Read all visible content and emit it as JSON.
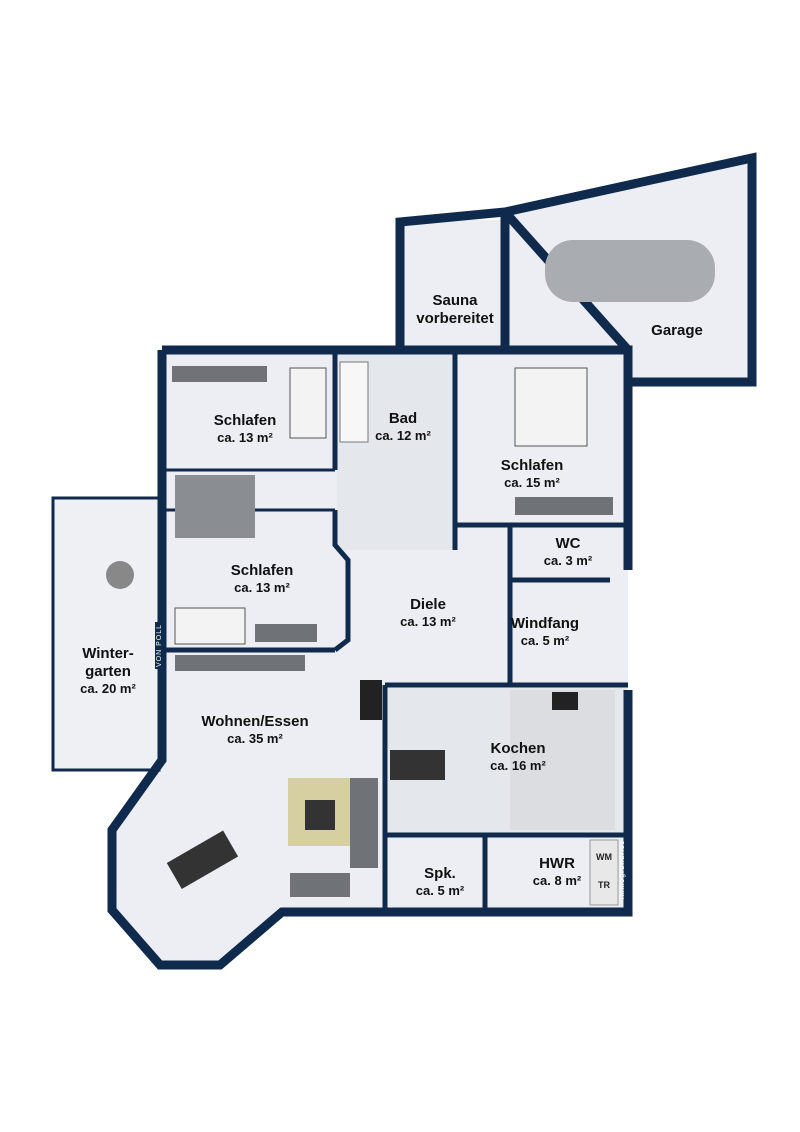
{
  "colors": {
    "wall": "#0f2a4c",
    "floor": "#eceef3",
    "tile": "#e6e8ed",
    "furniture": "#6f7378"
  },
  "rooms": [
    {
      "id": "garage",
      "name": "Garage",
      "area": ""
    },
    {
      "id": "sauna",
      "name": "Sauna vorbereitet",
      "area": ""
    },
    {
      "id": "schlafen1",
      "name": "Schlafen",
      "area": "ca. 13 m²"
    },
    {
      "id": "bad",
      "name": "Bad",
      "area": "ca. 12 m²"
    },
    {
      "id": "schlafen2",
      "name": "Schlafen",
      "area": "ca. 15 m²"
    },
    {
      "id": "wc",
      "name": "WC",
      "area": "ca. 3 m²"
    },
    {
      "id": "schlafen3",
      "name": "Schlafen",
      "area": "ca. 13 m²"
    },
    {
      "id": "diele",
      "name": "Diele",
      "area": "ca. 13 m²"
    },
    {
      "id": "windfang",
      "name": "Windfang",
      "area": "ca. 5 m²"
    },
    {
      "id": "wintergarten",
      "name": "Winter-garten",
      "area": "ca. 20 m²"
    },
    {
      "id": "wohnen",
      "name": "Wohnen/Essen",
      "area": "ca. 35 m²"
    },
    {
      "id": "kochen",
      "name": "Kochen",
      "area": "ca. 16 m²"
    },
    {
      "id": "spk",
      "name": "Spk.",
      "area": "ca. 5 m²"
    },
    {
      "id": "hwr",
      "name": "HWR",
      "area": "ca. 8 m²"
    }
  ],
  "appliances": {
    "wm": "WM",
    "tr": "TR"
  },
  "watermarks": {
    "left": "VON POLL",
    "right": "Immogrundriss"
  }
}
